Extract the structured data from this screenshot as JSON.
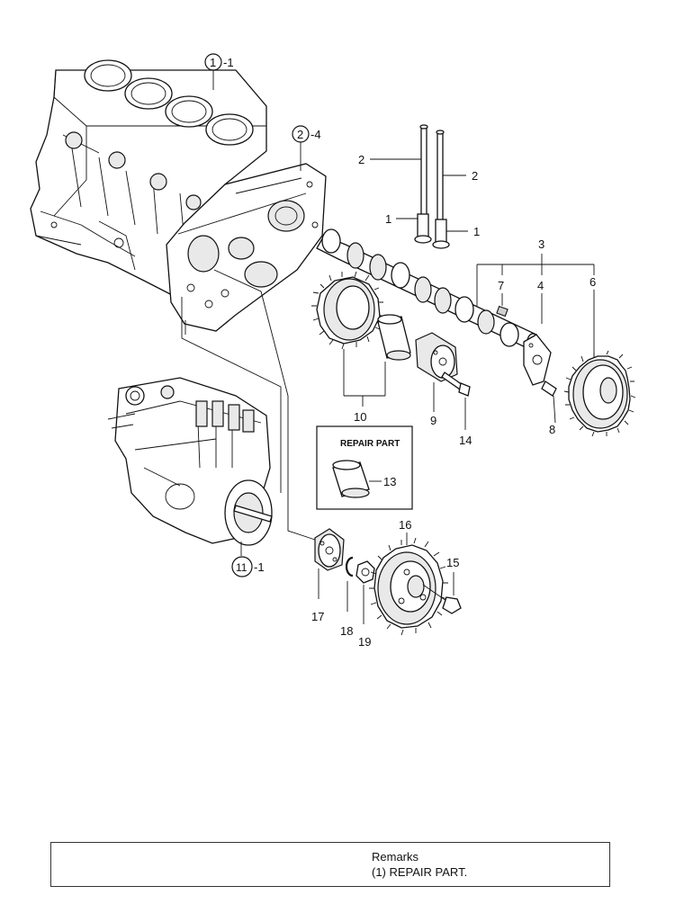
{
  "diagram": {
    "callouts": {
      "cylinder_block": "1",
      "cylinder_block_suffix": "-1",
      "gear_case": "2",
      "gear_case_suffix": "-4",
      "fuel_pump": "11",
      "fuel_pump_suffix": "-1"
    },
    "labels": {
      "push_rod_a": "2",
      "push_rod_b": "2",
      "tappet_a": "1",
      "tappet_b": "1",
      "camshaft_assy": "3",
      "key": "7",
      "thrust_plate": "4",
      "cam_gear": "6",
      "bolt_8": "8",
      "idle_gear_group": "10",
      "idle_shaft": "9",
      "bolt_14": "14",
      "bushing": "13",
      "pump_gear": "16",
      "bolt_15": "15",
      "hub": "17",
      "washer": "18",
      "nut": "19"
    },
    "repair_part_title": "REPAIR PART"
  },
  "remarks": {
    "title": "Remarks",
    "note": "(1) REPAIR PART."
  }
}
